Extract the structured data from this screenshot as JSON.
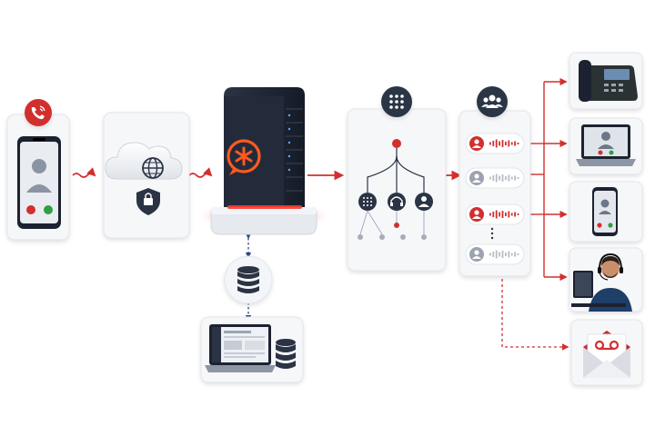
{
  "diagram": {
    "description_free": true,
    "colors": {
      "accent": "#d32f2f",
      "dark": "#2b3445",
      "server": "#1f2633",
      "asterisk": "#ff5a1f",
      "card_bg": "#f5f6f8",
      "card_border": "#e2e5ea",
      "dashed_blue": "#2e4a8b"
    },
    "icons": {
      "incoming_call": "phone-ringing-icon",
      "smartphone": "smartphone-icon",
      "cloud": "cloud-globe-icon",
      "security": "padlock-shield-icon",
      "server": "asterisk-pbx-server-icon",
      "database": "database-icon",
      "admin_laptop": "laptop-dashboard-icon",
      "ivr": "dialpad-icon",
      "queue": "user-group-icon",
      "desk_phone": "desk-phone-icon",
      "softphone": "laptop-video-call-icon",
      "mobile": "mobile-call-icon",
      "agent": "headset-agent-icon",
      "voicemail": "voicemail-envelope-icon"
    },
    "queue_slots": [
      {
        "state": "active"
      },
      {
        "state": "idle"
      },
      {
        "state": "active"
      },
      {
        "state": "idle"
      }
    ]
  }
}
